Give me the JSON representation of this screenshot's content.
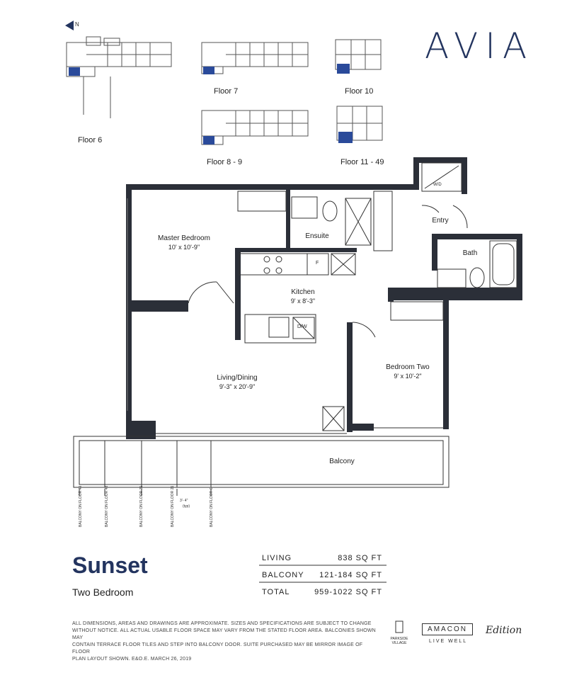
{
  "header": {
    "brand": "AVIA",
    "north_marker": "N",
    "north_icon": "north-arrow-icon"
  },
  "key_plans": [
    {
      "label": "Floor 6"
    },
    {
      "label": "Floor 7"
    },
    {
      "label": "Floor 10"
    },
    {
      "label": "Floor 8 - 9"
    },
    {
      "label": "Floor 11 - 49"
    }
  ],
  "rooms": {
    "master_bedroom": {
      "name": "Master Bedroom",
      "dims": "10' x 10'-9\""
    },
    "ensuite": {
      "name": "Ensuite"
    },
    "kitchen": {
      "name": "Kitchen",
      "dims": "9' x 8'-3\""
    },
    "living": {
      "name": "Living/Dining",
      "dims": "9'-3\" x 20'-9\""
    },
    "bedroom_two": {
      "name": "Bedroom Two",
      "dims": "9' x 10'-2\""
    },
    "entry": {
      "name": "Entry"
    },
    "bath": {
      "name": "Bath"
    },
    "balcony": {
      "name": "Balcony"
    },
    "washer_dryer": "W/D",
    "fridge": "F",
    "dishwasher": "D/W"
  },
  "balcony_notes": [
    "BALCONY ON FLOOR 49",
    "BALCONY ON FLOOR 43",
    "BALCONY ON FLOOR 31",
    "BALCONY ON FLOOR 21",
    "BALCONY ON FLOOR 6"
  ],
  "balcony_dim": "3'- 4\"",
  "balcony_dim_note": "(typ)",
  "suite": {
    "name": "Sunset",
    "type": "Two Bedroom"
  },
  "areas": [
    {
      "label": "LIVING",
      "value": "838 SQ FT"
    },
    {
      "label": "BALCONY",
      "value": "121-184 SQ FT"
    },
    {
      "label": "TOTAL",
      "value": "959-1022 SQ FT"
    }
  ],
  "disclaimer": [
    "ALL DIMENSIONS, AREAS AND DRAWINGS ARE APPROXIMATE. SIZES AND SPECIFICATIONS ARE SUBJECT TO CHANGE",
    "WITHOUT NOTICE. ALL ACTUAL USABLE FLOOR SPACE MAY VARY FROM THE STATED FLOOR AREA. BALCONIES SHOWN MAY",
    "CONTAIN TERRACE FLOOR TILES AND STEP INTO BALCONY DOOR. SUITE PURCHASED MAY BE MIRROR IMAGE OF FLOOR",
    "PLAN LAYOUT SHOWN. E&O.E. MARCH 26, 2019"
  ],
  "logos": {
    "parkside": "PARKSIDE VILLAGE",
    "amacon": "AMACON",
    "amacon_tag": "LIVE WELL",
    "partner": "Edition"
  },
  "colors": {
    "brand_navy": "#23345f",
    "wall": "#2b2f38",
    "highlight": "#2a4a9a"
  }
}
